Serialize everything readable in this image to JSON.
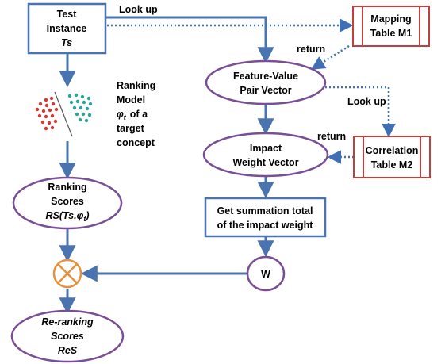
{
  "colors": {
    "box_border": "#4a74b0",
    "ellipse_border": "#7a4e96",
    "table_border": "#c0403e",
    "arrow_solid": "#4a74b0",
    "arrow_dotted": "#3f6fb5",
    "multiply_circle": "#e8903c",
    "dots_red": "#d23b34",
    "dots_teal": "#2aa59a"
  },
  "nodes": {
    "test_instance": {
      "line1": "Test",
      "line2": "Instance",
      "line3": "Ts"
    },
    "mapping_table": {
      "line1": "Mapping",
      "line2": "Table M1"
    },
    "feature_value": {
      "line1": "Feature-Value",
      "line2": "Pair Vector"
    },
    "correlation_table": {
      "line1": "Correlation",
      "line2": "Table M2"
    },
    "impact_weight": {
      "line1": "Impact",
      "line2": "Weight Vector"
    },
    "summation": {
      "line1": "Get summation total",
      "line2": "of the impact weight"
    },
    "w_node": {
      "label": "W"
    },
    "ranking_scores": {
      "line1": "Ranking",
      "line2": "Scores",
      "line3": "RS(Ts,φ",
      "line3_sub": "t",
      "line3_end": ")"
    },
    "reranking": {
      "line1": "Re-ranking",
      "line2": "Scores",
      "line3": "ReS"
    },
    "ranking_model": {
      "line1": "Ranking",
      "line2": "Model",
      "line3": "φ",
      "line3_sub": "t",
      "line3_rest": "of a",
      "line4": "target",
      "line5": "concept"
    }
  },
  "edge_labels": {
    "lookup1": "Look up",
    "return1": "return",
    "lookup2": "Look up",
    "return2": "return"
  }
}
